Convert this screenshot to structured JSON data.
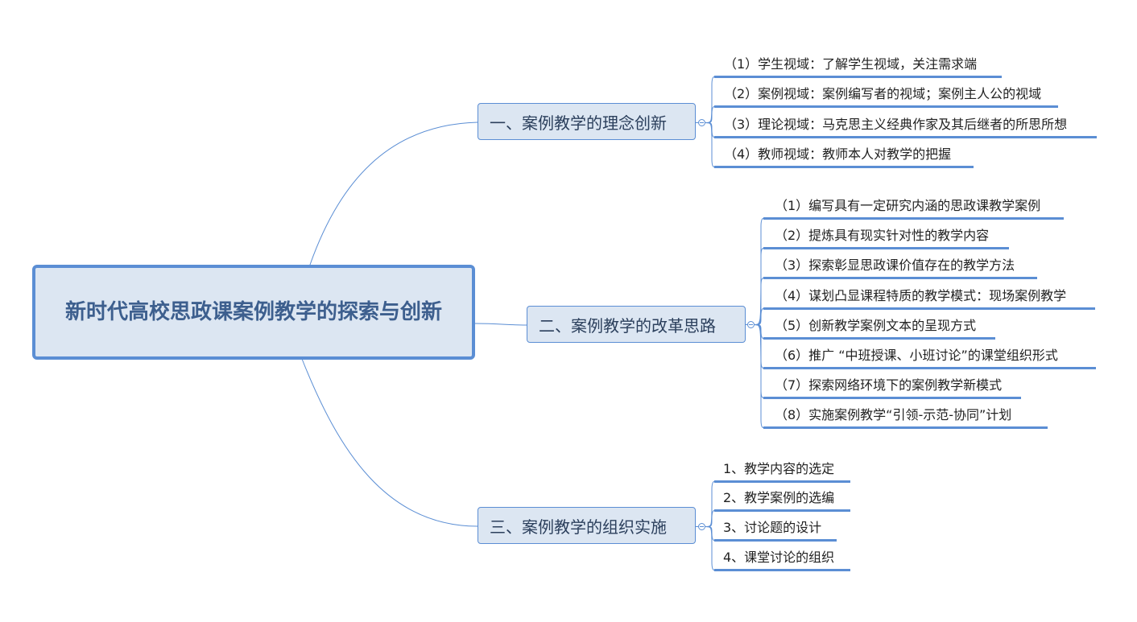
{
  "root": {
    "title": "新时代高校思政课案例教学的探索与创新"
  },
  "branches": [
    {
      "label": "一、案例教学的理念创新",
      "children": [
        "（1）学生视域：了解学生视域，关注需求端",
        "（2）案例视域：案例编写者的视域；案例主人公的视域",
        "（3）理论视域：马克思主义经典作家及其后继者的所思所想",
        "（4）教师视域：教师本人对教学的把握"
      ]
    },
    {
      "label": "二、案例教学的改革思路",
      "children": [
        "（1）编写具有一定研究内涵的思政课教学案例",
        "（2）提炼具有现实针对性的教学内容",
        "（3）探索彰显思政课价值存在的教学方法",
        "（4）谋划凸显课程特质的教学模式：现场案例教学",
        "（5）创新教学案例文本的呈现方式",
        "（6）推广 “中班授课、小班讨论”的课堂组织形式",
        "（7）探索网络环境下的案例教学新模式",
        "（8）实施案例教学“引领-示范-协同”计划"
      ]
    },
    {
      "label": "三、案例教学的组织实施",
      "children": [
        "1、教学内容的选定",
        "2、教学案例的选编",
        "3、讨论题的设计",
        "4、课堂讨论的组织"
      ]
    }
  ],
  "colors": {
    "line": "#5b8ed4",
    "fill": "#dce6f2"
  }
}
